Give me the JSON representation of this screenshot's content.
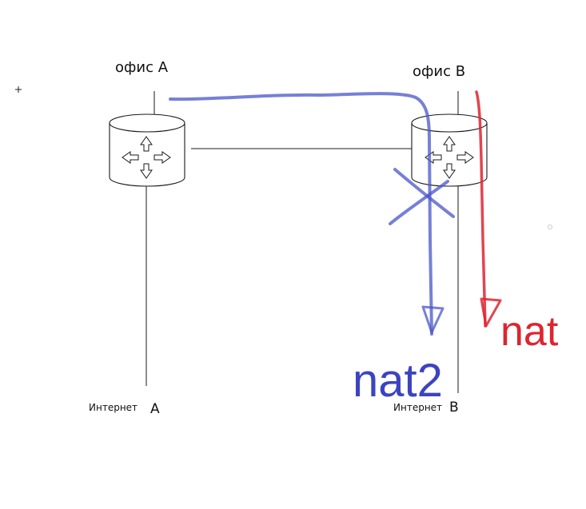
{
  "labels": {
    "office_a": "офис А",
    "office_b": "офис В",
    "internet_a_word": "Интернет",
    "internet_a_letter": "А",
    "internet_b_word": "Интернет",
    "internet_b_letter": "В",
    "nat": "nat",
    "nat2": "nat2"
  },
  "colors": {
    "line": "#1a1a1a",
    "blue_annotation": "#4a55c8",
    "red_annotation": "#dd2530",
    "router_fill": "#ffffff"
  },
  "icons": {
    "router": "router-arrows-icon"
  }
}
